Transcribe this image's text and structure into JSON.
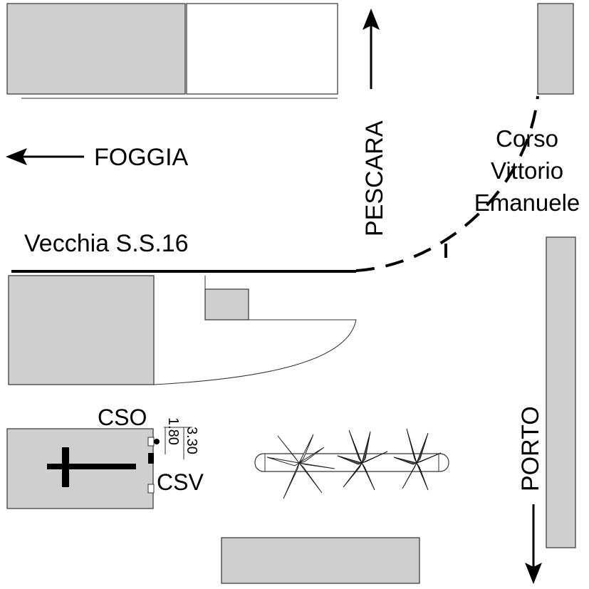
{
  "labels": {
    "foggia": "FOGGIA",
    "pescara": "PESCARA",
    "porto": "PORTO",
    "corso_line1": "Corso",
    "corso_line2": "Vittorio",
    "corso_line3": "Emanuele",
    "vecchia": "Vecchia S.S.16",
    "cso": "CSO",
    "csv": "CSV",
    "dim_short": "1.80",
    "dim_long": "3.30"
  },
  "icons": {
    "church_cross": "cross-icon",
    "arrow_west": "arrow-left-icon",
    "arrow_north": "arrow-up-icon",
    "arrow_south": "arrow-down-icon",
    "plants": "palm-plant-icon"
  },
  "colors": {
    "building_fill": "#cfcfcf",
    "road_stroke": "#000000",
    "plant_dark": "#555555"
  }
}
